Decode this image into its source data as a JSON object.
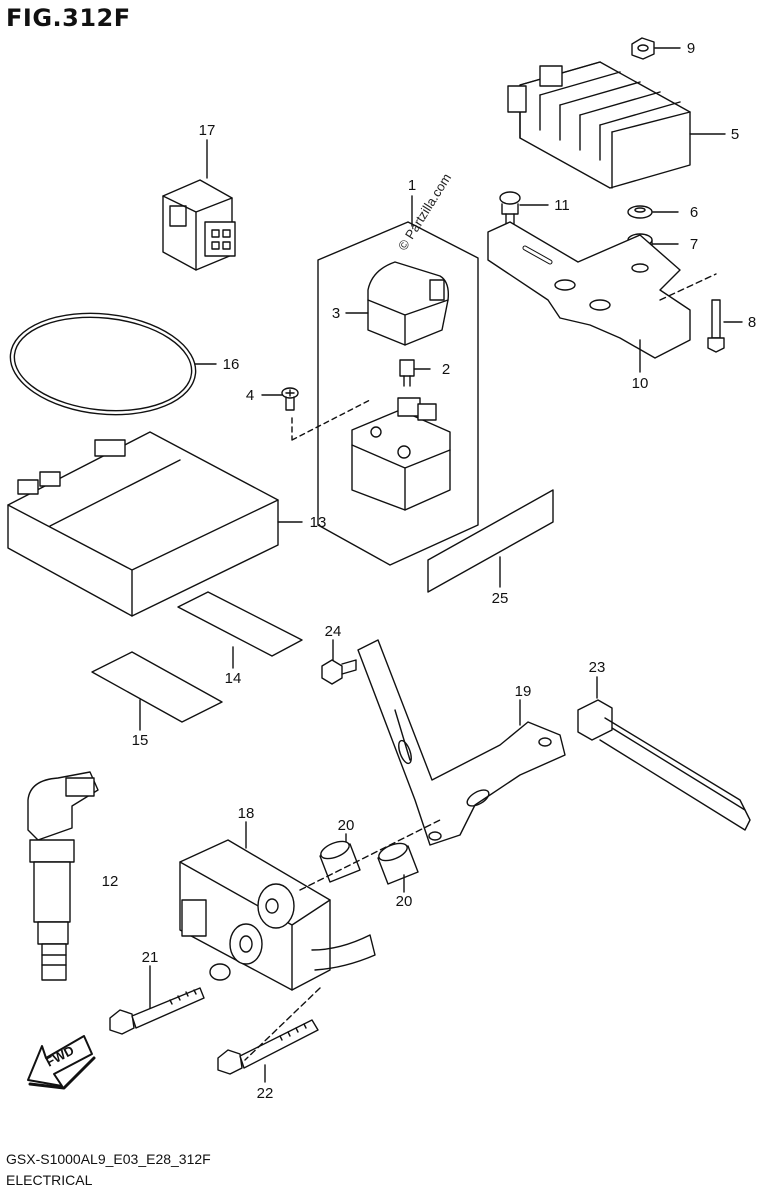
{
  "figure": {
    "title": "FIG.312F",
    "model_code": "GSX-S1000AL9_E03_E28_312F",
    "section": "ELECTRICAL",
    "watermark": "© Partzilla.com",
    "fwd_label": "FWD"
  },
  "callouts": [
    {
      "id": "c1",
      "label": "1"
    },
    {
      "id": "c2",
      "label": "2"
    },
    {
      "id": "c3",
      "label": "3"
    },
    {
      "id": "c4",
      "label": "4"
    },
    {
      "id": "c5",
      "label": "5"
    },
    {
      "id": "c6",
      "label": "6"
    },
    {
      "id": "c7",
      "label": "7"
    },
    {
      "id": "c8",
      "label": "8"
    },
    {
      "id": "c9",
      "label": "9"
    },
    {
      "id": "c10",
      "label": "10"
    },
    {
      "id": "c11",
      "label": "11"
    },
    {
      "id": "c12",
      "label": "12"
    },
    {
      "id": "c13",
      "label": "13"
    },
    {
      "id": "c14",
      "label": "14"
    },
    {
      "id": "c15",
      "label": "15"
    },
    {
      "id": "c16",
      "label": "16"
    },
    {
      "id": "c17",
      "label": "17"
    },
    {
      "id": "c18",
      "label": "18"
    },
    {
      "id": "c19",
      "label": "19"
    },
    {
      "id": "c20a",
      "label": "20"
    },
    {
      "id": "c20b",
      "label": "20"
    },
    {
      "id": "c21",
      "label": "21"
    },
    {
      "id": "c22",
      "label": "22"
    },
    {
      "id": "c23",
      "label": "23"
    },
    {
      "id": "c24",
      "label": "24"
    },
    {
      "id": "c25",
      "label": "25"
    }
  ]
}
